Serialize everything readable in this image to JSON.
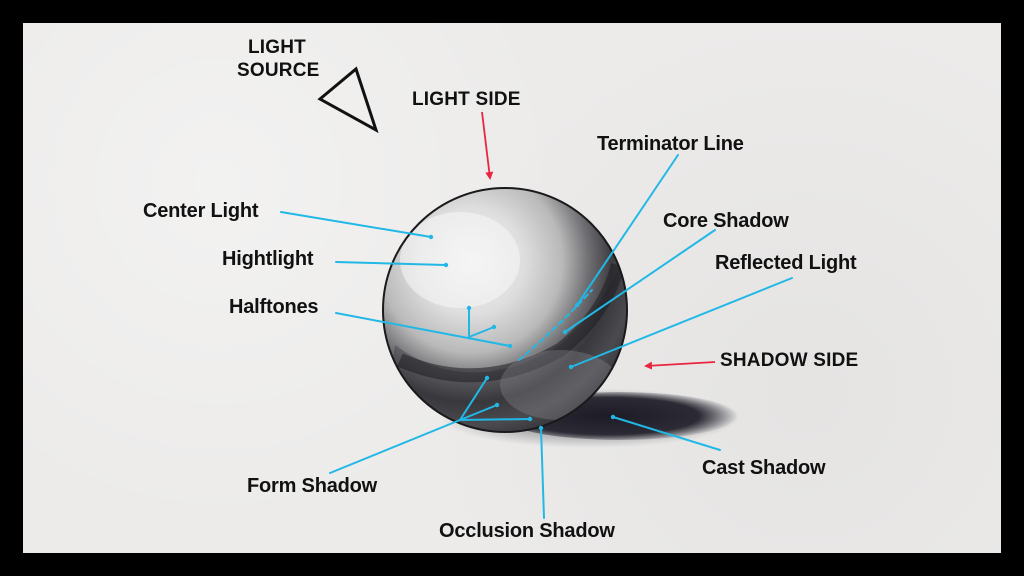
{
  "diagram": {
    "title": "Sphere shading anatomy",
    "colors": {
      "frame": "#000000",
      "paper": "#ecebea",
      "callout_line": "#22b8e6",
      "arrow": "#e8263f",
      "text": "#111111"
    },
    "light_source": {
      "label_line1": "LIGHT",
      "label_line2": "SOURCE",
      "icon": "triangle-outline-icon"
    },
    "direction_labels": {
      "light_side": "LIGHT SIDE",
      "shadow_side": "SHADOW SIDE"
    },
    "callouts": {
      "center_light": "Center Light",
      "highlight": "Hightlight",
      "halftones": "Halftones",
      "terminator_line": "Terminator Line",
      "core_shadow": "Core Shadow",
      "reflected_light": "Reflected Light",
      "cast_shadow": "Cast Shadow",
      "form_shadow": "Form Shadow",
      "occlusion_shadow": "Occlusion Shadow"
    }
  }
}
